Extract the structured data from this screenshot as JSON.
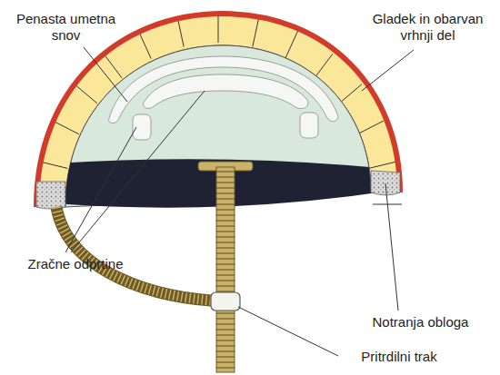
{
  "diagram": {
    "labels": [
      "Penasta umetna snov",
      "Gladek in obarvan vrhnji del",
      "Zračne odprtine",
      "Notranja obloga",
      "Pritrdilni trak"
    ]
  }
}
